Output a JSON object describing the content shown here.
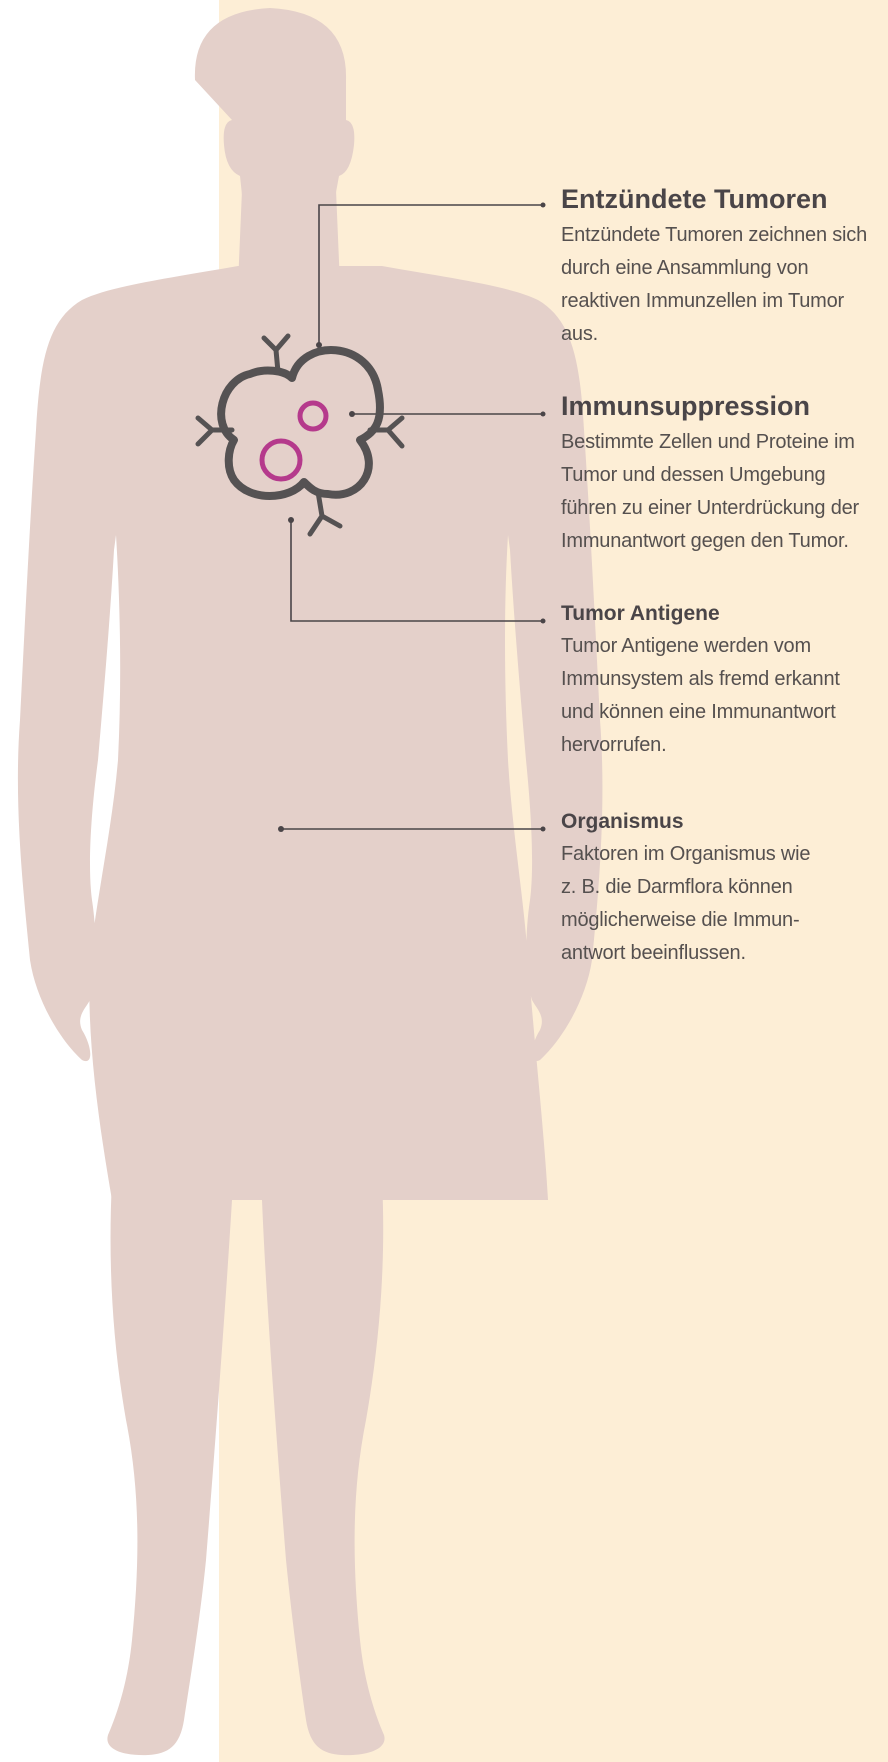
{
  "colors": {
    "background_left": "#ffffff",
    "background_panel": "#fdeed6",
    "body_silhouette": "#e4d0ca",
    "tumor_outline": "#555253",
    "antigen_circles": "#b53a8c",
    "text": "#4a4548"
  },
  "icons": {
    "body": "human-body-silhouette",
    "tumor": "tumor-cell-icon"
  },
  "callouts": [
    {
      "title": "Entzündete Tumoren",
      "lines": [
        "Entzündete Tumoren zeichnen sich",
        "durch eine Ansammlung von",
        "reaktiven Immunzellen im Tumor",
        "aus."
      ]
    },
    {
      "title": "Immunsuppression",
      "lines": [
        "Bestimmte Zellen und Proteine im",
        "Tumor und dessen Umgebung",
        "führen zu einer Unterdrückung der",
        "Immunantwort gegen den Tumor."
      ]
    },
    {
      "title": "Tumor Antigene",
      "lines": [
        "Tumor Antigene werden vom",
        "Immunsystem als fremd erkannt",
        "und können eine Immunantwort",
        "hervorrufen."
      ]
    },
    {
      "title": "Organismus",
      "lines": [
        "Faktoren im Organismus wie",
        "z. B. die Darmflora können",
        "möglicherweise die Immun-",
        "antwort beeinflussen."
      ]
    }
  ]
}
